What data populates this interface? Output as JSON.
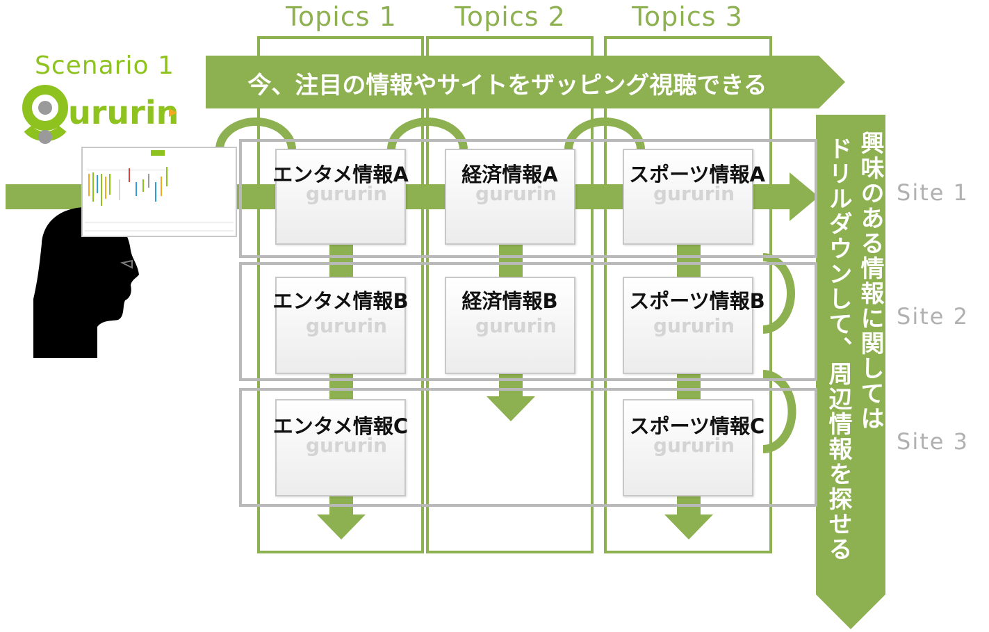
{
  "scenario": {
    "title": "Scenario 1",
    "logo_text": "gururin"
  },
  "topics": [
    "Topics 1",
    "Topics 2",
    "Topics 3"
  ],
  "banner": {
    "text": "今、注目の情報やサイトをザッピング視聴できる"
  },
  "drill": {
    "line1": "興味のある情報に関しては",
    "line2": "ドリルダウンして、周辺情報を探せる"
  },
  "sites": [
    "Site 1",
    "Site 2",
    "Site 3"
  ],
  "cards": {
    "t1": [
      "エンタメ情報A",
      "エンタメ情報B",
      "エンタメ情報C"
    ],
    "t2": [
      "経済情報A",
      "経済情報B"
    ],
    "t3": [
      "スポーツ情報A",
      "スポーツ情報B",
      "スポーツ情報C"
    ]
  },
  "card_watermark": "gururin",
  "colors": {
    "green": "#8db050",
    "gray": "#b9b9b9",
    "site_text": "#b0b0b0"
  }
}
